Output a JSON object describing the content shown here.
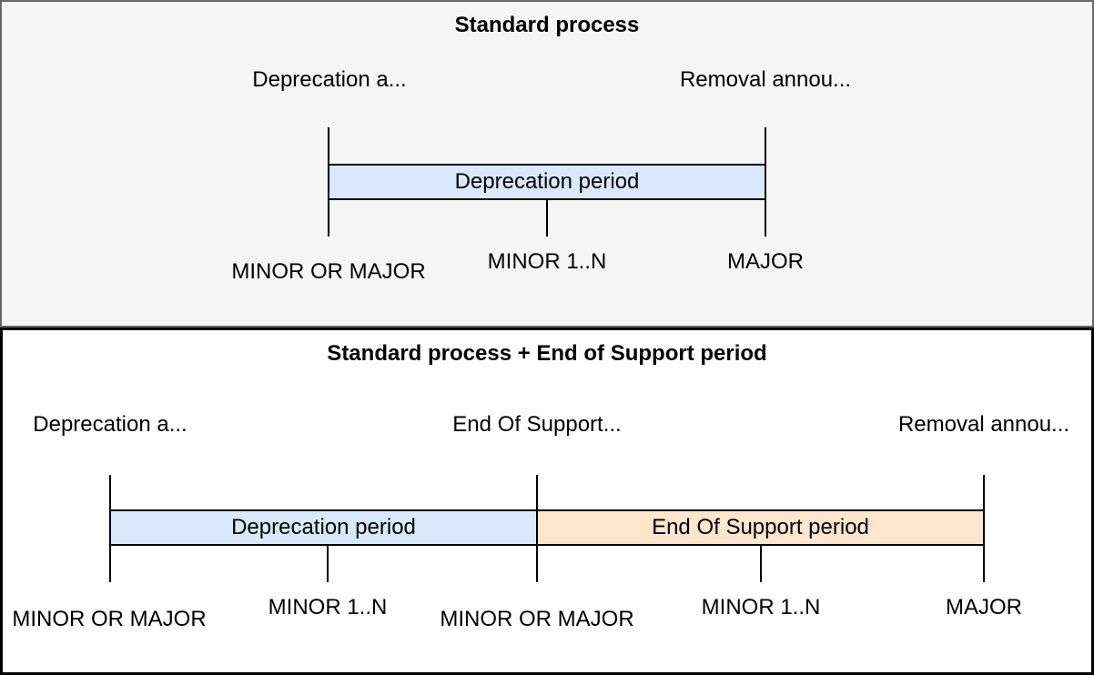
{
  "colors": {
    "panel1_background": "#f5f5f5",
    "panel1_border": "#666666",
    "panel2_background": "#ffffff",
    "panel2_border": "#000000",
    "deprecation_bar_fill": "#dae8fc",
    "end_of_support_bar_fill": "#ffe6cc",
    "line_and_text": "#000000"
  },
  "panel1": {
    "title": "Standard process",
    "event1": "Deprecation a...",
    "event2": "Removal annou...",
    "bar1": "Deprecation period",
    "milestone1": "MINOR OR MAJOR",
    "milestone2": "MINOR 1..N",
    "milestone3": "MAJOR"
  },
  "panel2": {
    "title": "Standard process + End of Support period",
    "event1": "Deprecation a...",
    "event2": "End Of Support...",
    "event3": "Removal annou...",
    "bar1": "Deprecation period",
    "bar2": "End Of Support period",
    "milestone1": "MINOR OR MAJOR",
    "milestone2": "MINOR 1..N",
    "milestone3": "MINOR OR MAJOR",
    "milestone4": "MINOR 1..N",
    "milestone5": "MAJOR"
  }
}
